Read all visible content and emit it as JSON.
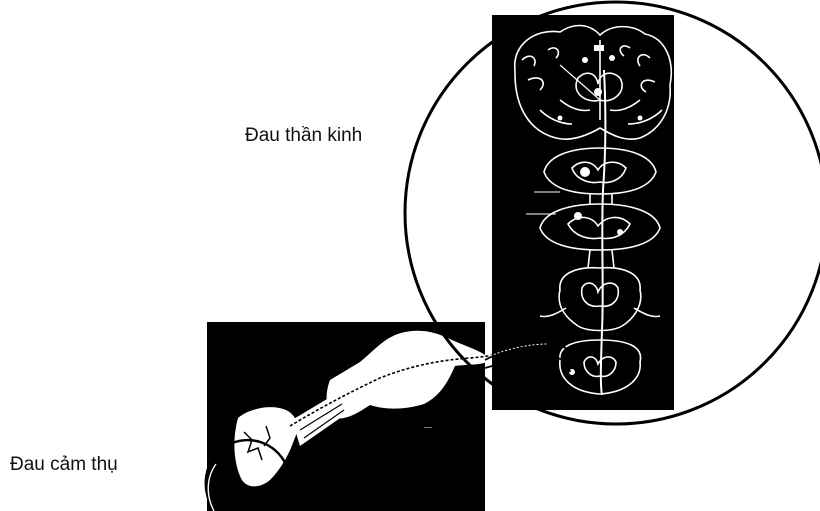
{
  "labels": {
    "neuropathic_pain": "Đau thần kinh",
    "nociceptive_pain": "Đau cảm thụ"
  },
  "colors": {
    "background": "#ffffff",
    "panel": "#000000",
    "drawing": "#ffffff",
    "circle_outline": "#000000"
  },
  "images": {
    "neural_pathway_panel": "brain-and-spinal-cord-sections",
    "limb_panel": "arm-with-peripheral-nerve"
  }
}
